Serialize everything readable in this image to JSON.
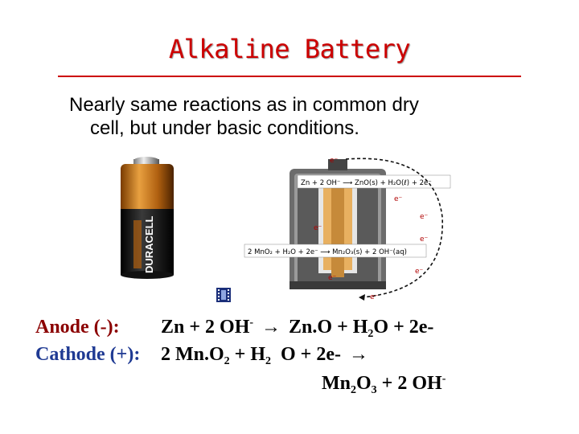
{
  "slide": {
    "title": "Alkaline Battery",
    "bullet_line1": "Nearly same reactions as in common dry",
    "bullet_line2": "cell, but under basic conditions."
  },
  "battery_image": {
    "brand_text": "DURACELL"
  },
  "diagram": {
    "anode_reaction_label": "Zn + 2 OH⁻ ⟶ ZnO(s) + H₂O(ℓ) + 2e⁻",
    "cathode_reaction_label": "2 MnO₂ + H₂O + 2e⁻ ⟶ Mn₂O₃(s) + 2 OH⁻(aq)",
    "electron_label": "e⁻"
  },
  "equations": {
    "anode_label": "Anode (-):",
    "anode_lhs": "Zn + 2 OH",
    "anode_lhs_sup": "-",
    "anode_arrow": "→",
    "anode_rhs1": "Zn.O + H",
    "anode_rhs_sub": "2",
    "anode_rhs2": "O + 2e-",
    "cathode_label": "Cathode (+):",
    "cathode_lhs1": "2 Mn.O",
    "cathode_lhs_sub1": "2",
    "cathode_lhs2": " + H",
    "cathode_lhs_sub2": "2",
    "cathode_lhs3": "O + 2e-",
    "cathode_arrow": "→",
    "cathode_rhs1": "Mn",
    "cathode_rhs_sub1": "2",
    "cathode_rhs2": "O",
    "cathode_rhs_sub2": "3",
    "cathode_rhs3": " + 2 OH",
    "cathode_rhs_sup": "-"
  },
  "colors": {
    "title": "#cc0000",
    "rule": "#cc0000",
    "cathode_label": "#1f3a93",
    "anode_label": "#8b0000"
  }
}
